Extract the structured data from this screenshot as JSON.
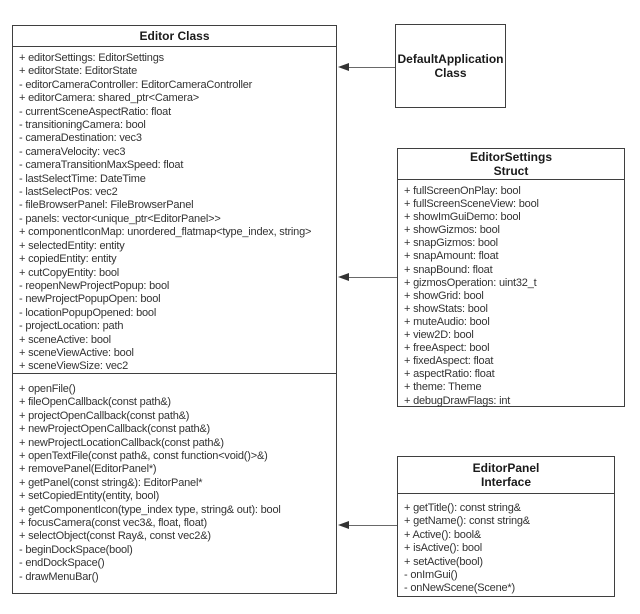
{
  "diagram": {
    "colors": {
      "background": "#ffffff",
      "box_border": "#3f3f3f",
      "text": "#333333",
      "arrow_line": "#696969",
      "arrow_head": "#333333"
    },
    "connections": [
      {
        "from": "DefaultApplication Class",
        "to": "Editor Class",
        "style": "arrow-left"
      },
      {
        "from": "EditorSettings Struct",
        "to": "Editor Class",
        "style": "arrow-left"
      },
      {
        "from": "EditorPanel Interface",
        "to": "Editor Class",
        "style": "arrow-left"
      }
    ],
    "editor_class": {
      "title_lines": [
        "Editor Class"
      ],
      "attributes": [
        "+ editorSettings: EditorSettings",
        "+ editorState: EditorState",
        "- editorCameraController: EditorCameraController",
        "+ editorCamera: shared_ptr<Camera>",
        "- currentSceneAspectRatio: float",
        "- transitioningCamera: bool",
        "- cameraDestination: vec3",
        "- cameraVelocity: vec3",
        "- cameraTransitionMaxSpeed: float",
        "- lastSelectTime: DateTime",
        "- lastSelectPos: vec2",
        "- fileBrowserPanel: FileBrowserPanel",
        "- panels: vector<unique_ptr<EditorPanel>>",
        "+ componentIconMap: unordered_flatmap<type_index, string>",
        "+ selectedEntity: entity",
        "+ copiedEntity: entity",
        "+ cutCopyEntity: bool",
        "- reopenNewProjectPopup: bool",
        "- newProjectPopupOpen: bool",
        "- locationPopupOpened: bool",
        "- projectLocation: path",
        "+ sceneActive: bool",
        "+ sceneViewActive: bool",
        "+ sceneViewSize: vec2"
      ],
      "methods": [
        "+ openFile()",
        "+ fileOpenCallback(const path&)",
        "+ projectOpenCallback(const path&)",
        "+ newProjectOpenCallback(const path&)",
        "+ newProjectLocationCallback(const path&)",
        "+ openTextFile(const path&, const function<void()>&)",
        "+ removePanel(EditorPanel*)",
        "+ getPanel(const string&): EditorPanel*",
        "+ setCopiedEntity(entity, bool)",
        "+ getComponentIcon(type_index type, string& out): bool",
        "+ focusCamera(const vec3&, float, float)",
        "+ selectObject(const Ray&, const vec2&)",
        "- beginDockSpace(bool)",
        "- endDockSpace()",
        "- drawMenuBar()"
      ]
    },
    "default_application_class": {
      "title_lines": [
        "DefaultApplication",
        "Class"
      ]
    },
    "editor_settings_struct": {
      "title_lines": [
        "EditorSettings",
        "Struct"
      ],
      "attributes": [
        "+ fullScreenOnPlay: bool",
        "+ fullScreenSceneView: bool",
        "+ showImGuiDemo: bool",
        "+ showGizmos: bool",
        "+ snapGizmos: bool",
        "+ snapAmount: float",
        "+ snapBound: float",
        "+ gizmosOperation: uint32_t",
        "+ showGrid: bool",
        "+ showStats: bool",
        "+ muteAudio: bool",
        "+ view2D: bool",
        "+ freeAspect: bool",
        "+ fixedAspect: float",
        "+ aspectRatio: float",
        "+ theme: Theme",
        "+ debugDrawFlags: int"
      ]
    },
    "editor_panel_interface": {
      "title_lines": [
        "EditorPanel",
        "Interface"
      ],
      "methods": [
        "+ getTitle(): const string&",
        "+ getName(): const string&",
        "+ Active(): bool&",
        "+ isActive(): bool",
        "+ setActive(bool)",
        "- onImGui()",
        "- onNewScene(Scene*)"
      ]
    }
  }
}
